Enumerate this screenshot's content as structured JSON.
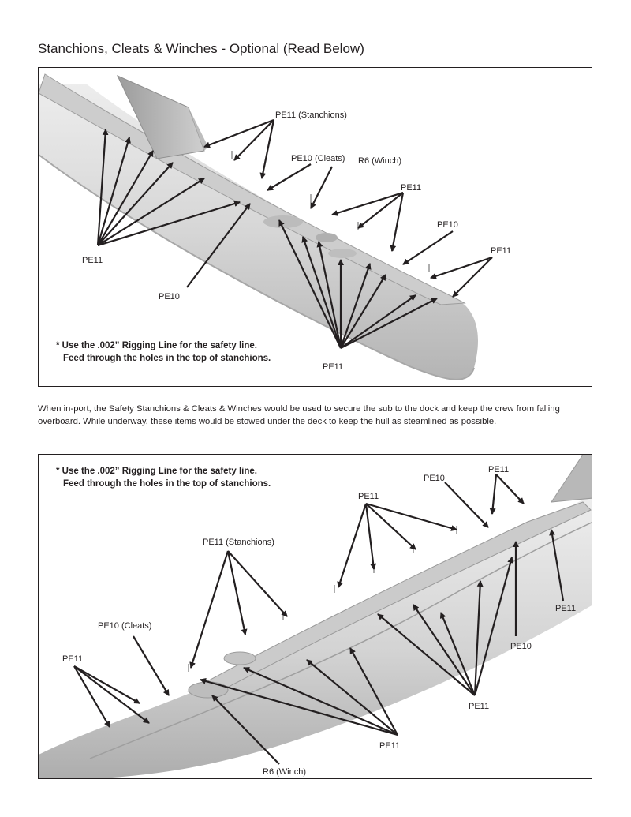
{
  "page": {
    "title": "Stanchions, Cleats & Winches - Optional (Read Below)",
    "description": "When in-port, the Safety Stanchions & Cleats & Winches would be used to secure the sub to the dock and keep the crew from falling overboard. While underway, these items would be stowed under the deck to keep the hull as steamlined as possible."
  },
  "note": {
    "line1": "* Use the .002” Rigging Line for the safety line.",
    "line2": "Feed through the holes in the top of stanchions."
  },
  "top_panel": {
    "labels": {
      "stanchions": "PE11 (Stanchions)",
      "cleats": "PE10 (Cleats)",
      "winch": "R6 (Winch)",
      "pe11_a": "PE11",
      "pe10_a": "PE10",
      "pe11_b": "PE11",
      "pe11_left": "PE11",
      "pe10_left": "PE10",
      "pe11_bottom": "PE11"
    }
  },
  "bottom_panel": {
    "labels": {
      "pe10_top": "PE10",
      "pe11_top_right": "PE11",
      "pe11_mid": "PE11",
      "stanchions": "PE11 (Stanchions)",
      "cleats": "PE10 (Cleats)",
      "pe11_left": "PE11",
      "pe11_right": "PE11",
      "pe10_right": "PE10",
      "pe11_lower_right": "PE11",
      "pe11_bottom": "PE11",
      "winch": "R6 (Winch)"
    }
  },
  "colors": {
    "hull": "#dcdcdc",
    "hull_shadow": "#b9b9b9",
    "ink": "#231f20",
    "deck": "#c8c8c8"
  }
}
